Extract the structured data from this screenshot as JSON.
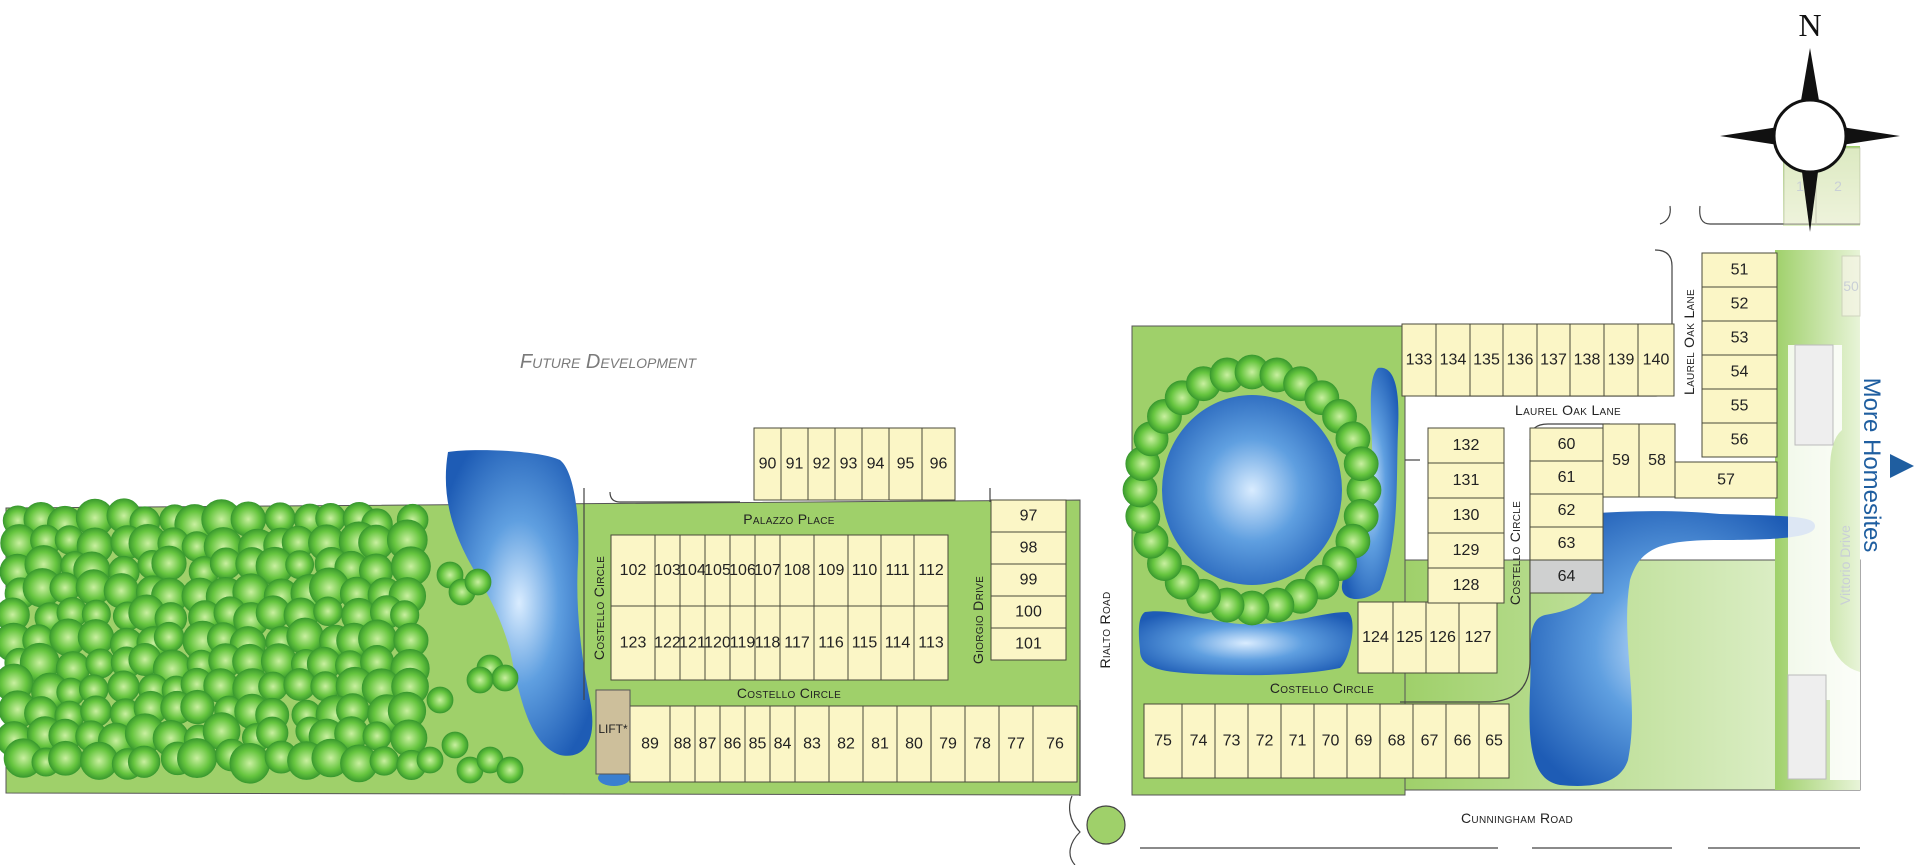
{
  "map": {
    "future_label": "Future Development",
    "more_label": "More Homesites",
    "compass_label": "N",
    "lift_label": "LIFT*",
    "streets": {
      "palazzo_place": "Palazzo Place",
      "costello_circle": "Costello Circle",
      "giorgio_drive": "Giorgio Drive",
      "rialto_road": "Rialto Road",
      "laurel_oak_lane": "Laurel Oak Lane",
      "cunningham_road": "Cunningham Road",
      "vittorio_drive": "Vittorio Drive"
    },
    "lots": {
      "row_90_96": [
        "90",
        "91",
        "92",
        "93",
        "94",
        "95",
        "96"
      ],
      "row_102_112": [
        "102",
        "103",
        "104",
        "105",
        "106",
        "107",
        "108",
        "109",
        "110",
        "111",
        "112"
      ],
      "row_123_113": [
        "123",
        "122",
        "121",
        "120",
        "119",
        "118",
        "117",
        "116",
        "115",
        "114",
        "113"
      ],
      "col_97_101": [
        "97",
        "98",
        "99",
        "100",
        "101"
      ],
      "row_89_76": [
        "89",
        "88",
        "87",
        "86",
        "85",
        "84",
        "83",
        "82",
        "81",
        "80",
        "79",
        "78",
        "77",
        "76"
      ],
      "row_75_65": [
        "75",
        "74",
        "73",
        "72",
        "71",
        "70",
        "69",
        "68",
        "67",
        "66",
        "65"
      ],
      "row_124_127": [
        "124",
        "125",
        "126",
        "127"
      ],
      "col_132_128": [
        "132",
        "131",
        "130",
        "129",
        "128"
      ],
      "col_60_64": [
        "60",
        "61",
        "62",
        "63",
        "64"
      ],
      "pair_59_58": [
        "59",
        "58"
      ],
      "lot_57": "57",
      "row_133_140": [
        "133",
        "134",
        "135",
        "136",
        "137",
        "138",
        "139",
        "140"
      ],
      "col_51_56": [
        "51",
        "52",
        "53",
        "54",
        "55",
        "56"
      ],
      "faded": [
        "1",
        "2",
        "50"
      ]
    },
    "sold_lots": [
      "64"
    ],
    "colors": {
      "grass": "#9fd06a",
      "lot": "#fbf6c6",
      "sold": "#cfd0d0",
      "water": "#2f6fc0",
      "trees": "#5cbf3a",
      "link": "#1f5ea0"
    }
  }
}
